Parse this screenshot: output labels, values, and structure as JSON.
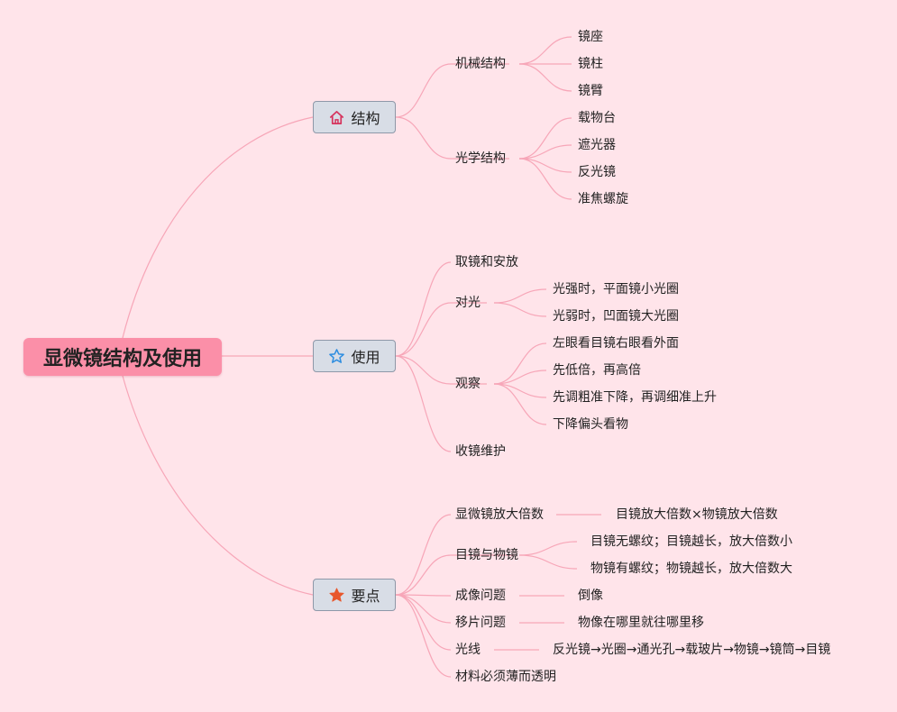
{
  "title": "显微镜结构及使用",
  "colors": {
    "background": "#ffe4ea",
    "root": "#fb8fa8",
    "branch": "#d8dde6",
    "line": "#f7a6b8"
  },
  "branches": [
    {
      "label": "结构",
      "icon": "house-icon",
      "items": [
        {
          "label": "机械结构",
          "children": [
            "镜座",
            "镜柱",
            "镜臂"
          ]
        },
        {
          "label": "光学结构",
          "children": [
            "载物台",
            "遮光器",
            "反光镜",
            "准焦螺旋"
          ]
        }
      ]
    },
    {
      "label": "使用",
      "icon": "star-outline-icon",
      "items": [
        {
          "label": "取镜和安放",
          "children": []
        },
        {
          "label": "对光",
          "children": [
            "光强时，平面镜小光圈",
            "光弱时，凹面镜大光圈"
          ]
        },
        {
          "label": "观察",
          "children": [
            "左眼看目镜右眼看外面",
            "先低倍，再高倍",
            "先调粗准下降，再调细准上升",
            "下降偏头看物"
          ]
        },
        {
          "label": "收镜维护",
          "children": []
        }
      ]
    },
    {
      "label": "要点",
      "icon": "star-filled-icon",
      "items": [
        {
          "label": "显微镜放大倍数",
          "children": [
            "目镜放大倍数×物镜放大倍数"
          ]
        },
        {
          "label": "目镜与物镜",
          "children": [
            "目镜无螺纹；目镜越长，放大倍数小",
            "物镜有螺纹；物镜越长，放大倍数大"
          ]
        },
        {
          "label": "成像问题",
          "children": [
            "倒像"
          ]
        },
        {
          "label": "移片问题",
          "children": [
            "物像在哪里就往哪里移"
          ]
        },
        {
          "label": "光线",
          "children": [
            "反光镜→光圈→通光孔→载玻片→物镜→镜筒→目镜"
          ]
        },
        {
          "label": "材料必须薄而透明",
          "children": []
        }
      ]
    }
  ]
}
